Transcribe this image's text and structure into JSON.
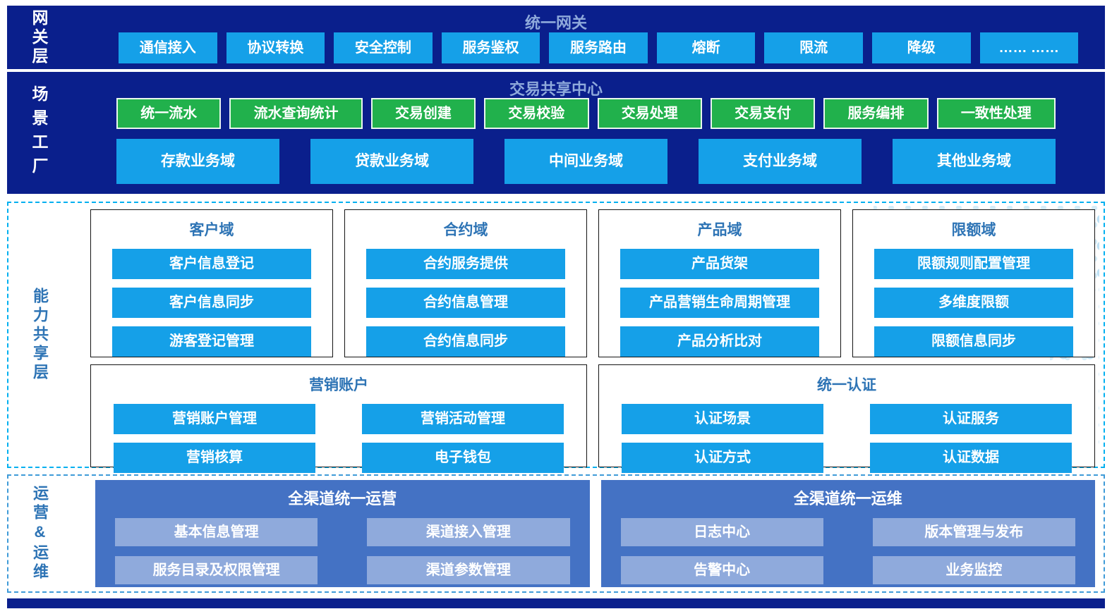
{
  "colors": {
    "navy": "#0A1F8C",
    "azure": "#15A0E8",
    "green": "#21B14C",
    "band_title": "#8EA9DB",
    "section_title": "#2E74B5",
    "ops_panel": "#4472C4",
    "ops_button": "#8FAADC",
    "capability_border": "#00B0F0",
    "operations_border": "#3F9BD8"
  },
  "gateway": {
    "label": "网关层",
    "title": "统一网关",
    "buttons": [
      "通信接入",
      "协议转换",
      "安全控制",
      "服务鉴权",
      "服务路由",
      "熔断",
      "限流",
      "降级",
      "…… ……"
    ]
  },
  "scenario": {
    "label": "场景工厂",
    "title": "交易共享中心",
    "services": [
      "统一流水",
      "流水查询统计",
      "交易创建",
      "交易校验",
      "交易处理",
      "交易支付",
      "服务编排",
      "一致性处理"
    ],
    "domains": [
      "存款业务域",
      "贷款业务域",
      "中间业务域",
      "支付业务域",
      "其他业务域"
    ]
  },
  "capability": {
    "label": "能力共享层",
    "groups": [
      {
        "title": "客户域",
        "items": [
          "客户信息登记",
          "客户信息同步",
          "游客登记管理"
        ]
      },
      {
        "title": "合约域",
        "items": [
          "合约服务提供",
          "合约信息管理",
          "合约信息同步"
        ]
      },
      {
        "title": "产品域",
        "items": [
          "产品货架",
          "产品营销生命周期管理",
          "产品分析比对"
        ]
      },
      {
        "title": "限额域",
        "items": [
          "限额规则配置管理",
          "多维度限额",
          "限额信息同步"
        ]
      }
    ],
    "wide_groups": [
      {
        "title": "营销账户",
        "items": [
          "营销账户管理",
          "营销活动管理",
          "营销核算",
          "电子钱包"
        ]
      },
      {
        "title": "统一认证",
        "items": [
          "认证场景",
          "认证服务",
          "认证方式",
          "认证数据"
        ]
      }
    ]
  },
  "operations": {
    "label": "运营&运维",
    "panels": [
      {
        "title": "全渠道统一运营",
        "items": [
          "基本信息管理",
          "渠道接入管理",
          "服务目录及权限管理",
          "渠道参数管理"
        ]
      },
      {
        "title": "全渠道统一运维",
        "items": [
          "日志中心",
          "版本管理与发布",
          "告警中心",
          "业务监控"
        ]
      }
    ]
  }
}
